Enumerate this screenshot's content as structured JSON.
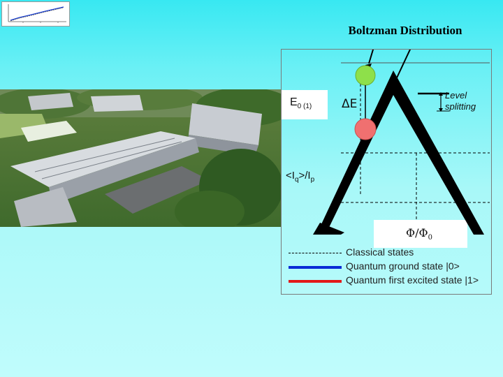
{
  "title": "Boltzman Distribution",
  "labels": {
    "e0": "E",
    "e0_sub": "0 (1)",
    "delta_e": "ΔE",
    "level_splitting": "Level splitting",
    "iq_ip_main": "<I",
    "iq_sub": "q",
    "iq_mid": ">/I",
    "ip_sub": "p",
    "phi_main": "Φ/Φ",
    "phi_sub": "0"
  },
  "legend": [
    {
      "label": "Classical states",
      "color": "#000000",
      "style": "dashed"
    },
    {
      "label": "Quantum ground state |0>",
      "color": "#0a2bd6",
      "style": "solid"
    },
    {
      "label": "Quantum first excited state |1>",
      "color": "#e21a1a",
      "style": "solid"
    }
  ],
  "colors": {
    "background": "#6af0f5",
    "green_ball": "#8ee04a",
    "red_ball": "#f07070"
  },
  "photo": {
    "content": "aerial-view-of-research-facility"
  },
  "thumbnail": {
    "content": "small-line-plot"
  }
}
